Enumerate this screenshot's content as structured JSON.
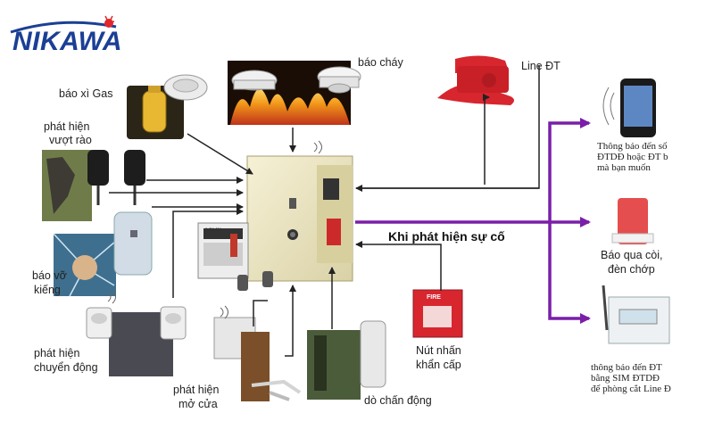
{
  "logo": {
    "text": "NIKAWA",
    "accent": "#1b3f95",
    "mark": "#e1262d"
  },
  "colors": {
    "purple": "#7a1fa8",
    "line": "#222222",
    "fire": "#f39a1a",
    "panel": "#efe8c2",
    "alarm_red": "#d8262f"
  },
  "labels": {
    "gas": "báo xì Gas",
    "fire": "báo cháy",
    "phone_line": "Line ĐT",
    "fence_1": "phát hiện",
    "fence_2": "vượt rào",
    "glass_1": "báo vỡ",
    "glass_2": "kiếng",
    "motion_1": "phát hiện",
    "motion_2": "chuyển động",
    "door_1": "phát hiện",
    "door_2": "mở cửa",
    "vibration": "dò chấn động",
    "panic_1": "Nút nhấn",
    "panic_2": "khẩn cấp",
    "siren_1": "Báo qua còi,",
    "siren_2": "đèn chớp",
    "notify_phone_1": "Thông báo đến số",
    "notify_phone_2": "ĐTDĐ hoặc ĐT b",
    "notify_phone_3": "mà bạn muốn",
    "notify_sim_1": "thông báo đến ĐT",
    "notify_sim_2": "bằng SIM ĐTDĐ",
    "notify_sim_3": "để phòng cắt Line Đ",
    "headline": "Khi phát hiện sự cố",
    "panel_brand": "AOLIN",
    "fire_box": "FIRE"
  },
  "icons": [
    "gas-detector-icon",
    "smoke-detector-icon",
    "telephone-icon",
    "mobile-phone-icon",
    "siren-icon",
    "gsm-module-icon",
    "beam-sensor-icon",
    "glass-break-icon",
    "pir-sensor-icon",
    "door-contact-icon",
    "vibration-sensor-icon",
    "panic-button-icon",
    "control-panel-icon",
    "keypad-icon",
    "remote-icon"
  ]
}
